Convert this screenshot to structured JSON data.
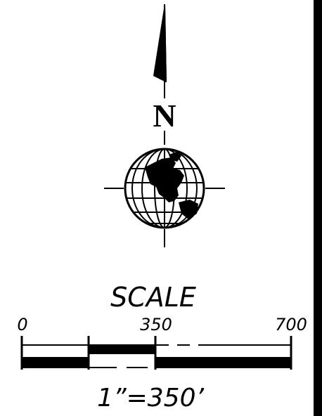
{
  "north_arrow": {
    "letter": "N"
  },
  "scale": {
    "title": "SCALE",
    "tick_labels": [
      "0",
      "350",
      "700"
    ],
    "ratio_text": "1”=350’"
  },
  "colors": {
    "ink": "#000000",
    "paper": "#ffffff"
  }
}
